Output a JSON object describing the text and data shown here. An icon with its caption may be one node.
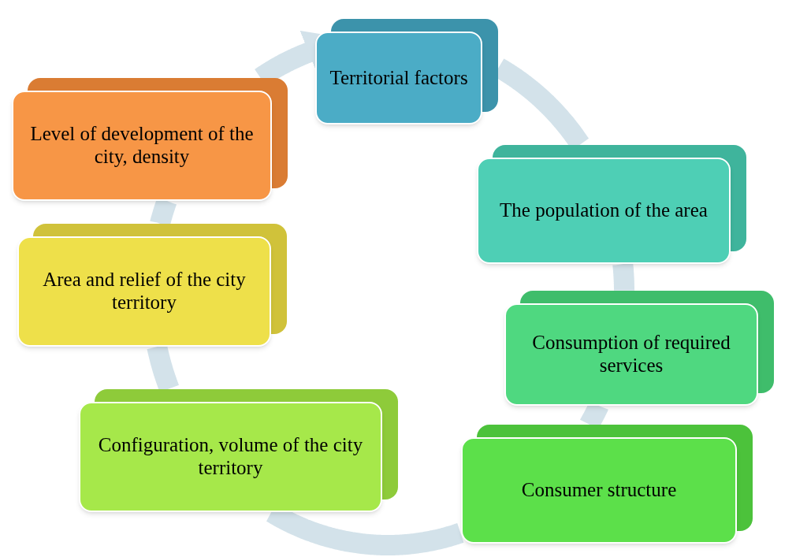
{
  "diagram": {
    "nodes": [
      {
        "text": [
          "Territorial factors"
        ]
      },
      {
        "text": [
          "The population of the area"
        ]
      },
      {
        "text": [
          "Consumption of required services"
        ]
      },
      {
        "text": [
          "Consumer structure"
        ]
      },
      {
        "text": [
          "Configuration, volume of the city territory"
        ]
      },
      {
        "text": [
          "Area and relief of the city territory"
        ]
      },
      {
        "text": [
          "Level of development of the city, density"
        ]
      }
    ],
    "edges": [
      {
        "from": 0,
        "to": 1,
        "arrow": "none"
      },
      {
        "from": 1,
        "to": 2,
        "arrow": "none"
      },
      {
        "from": 2,
        "to": 3,
        "arrow": "none"
      },
      {
        "from": 3,
        "to": 4,
        "arrow": "none"
      },
      {
        "from": 4,
        "to": 5,
        "arrow": "none"
      },
      {
        "from": 5,
        "to": 6,
        "arrow": "none"
      },
      {
        "from": 6,
        "to": 0,
        "arrow": "to"
      }
    ]
  }
}
